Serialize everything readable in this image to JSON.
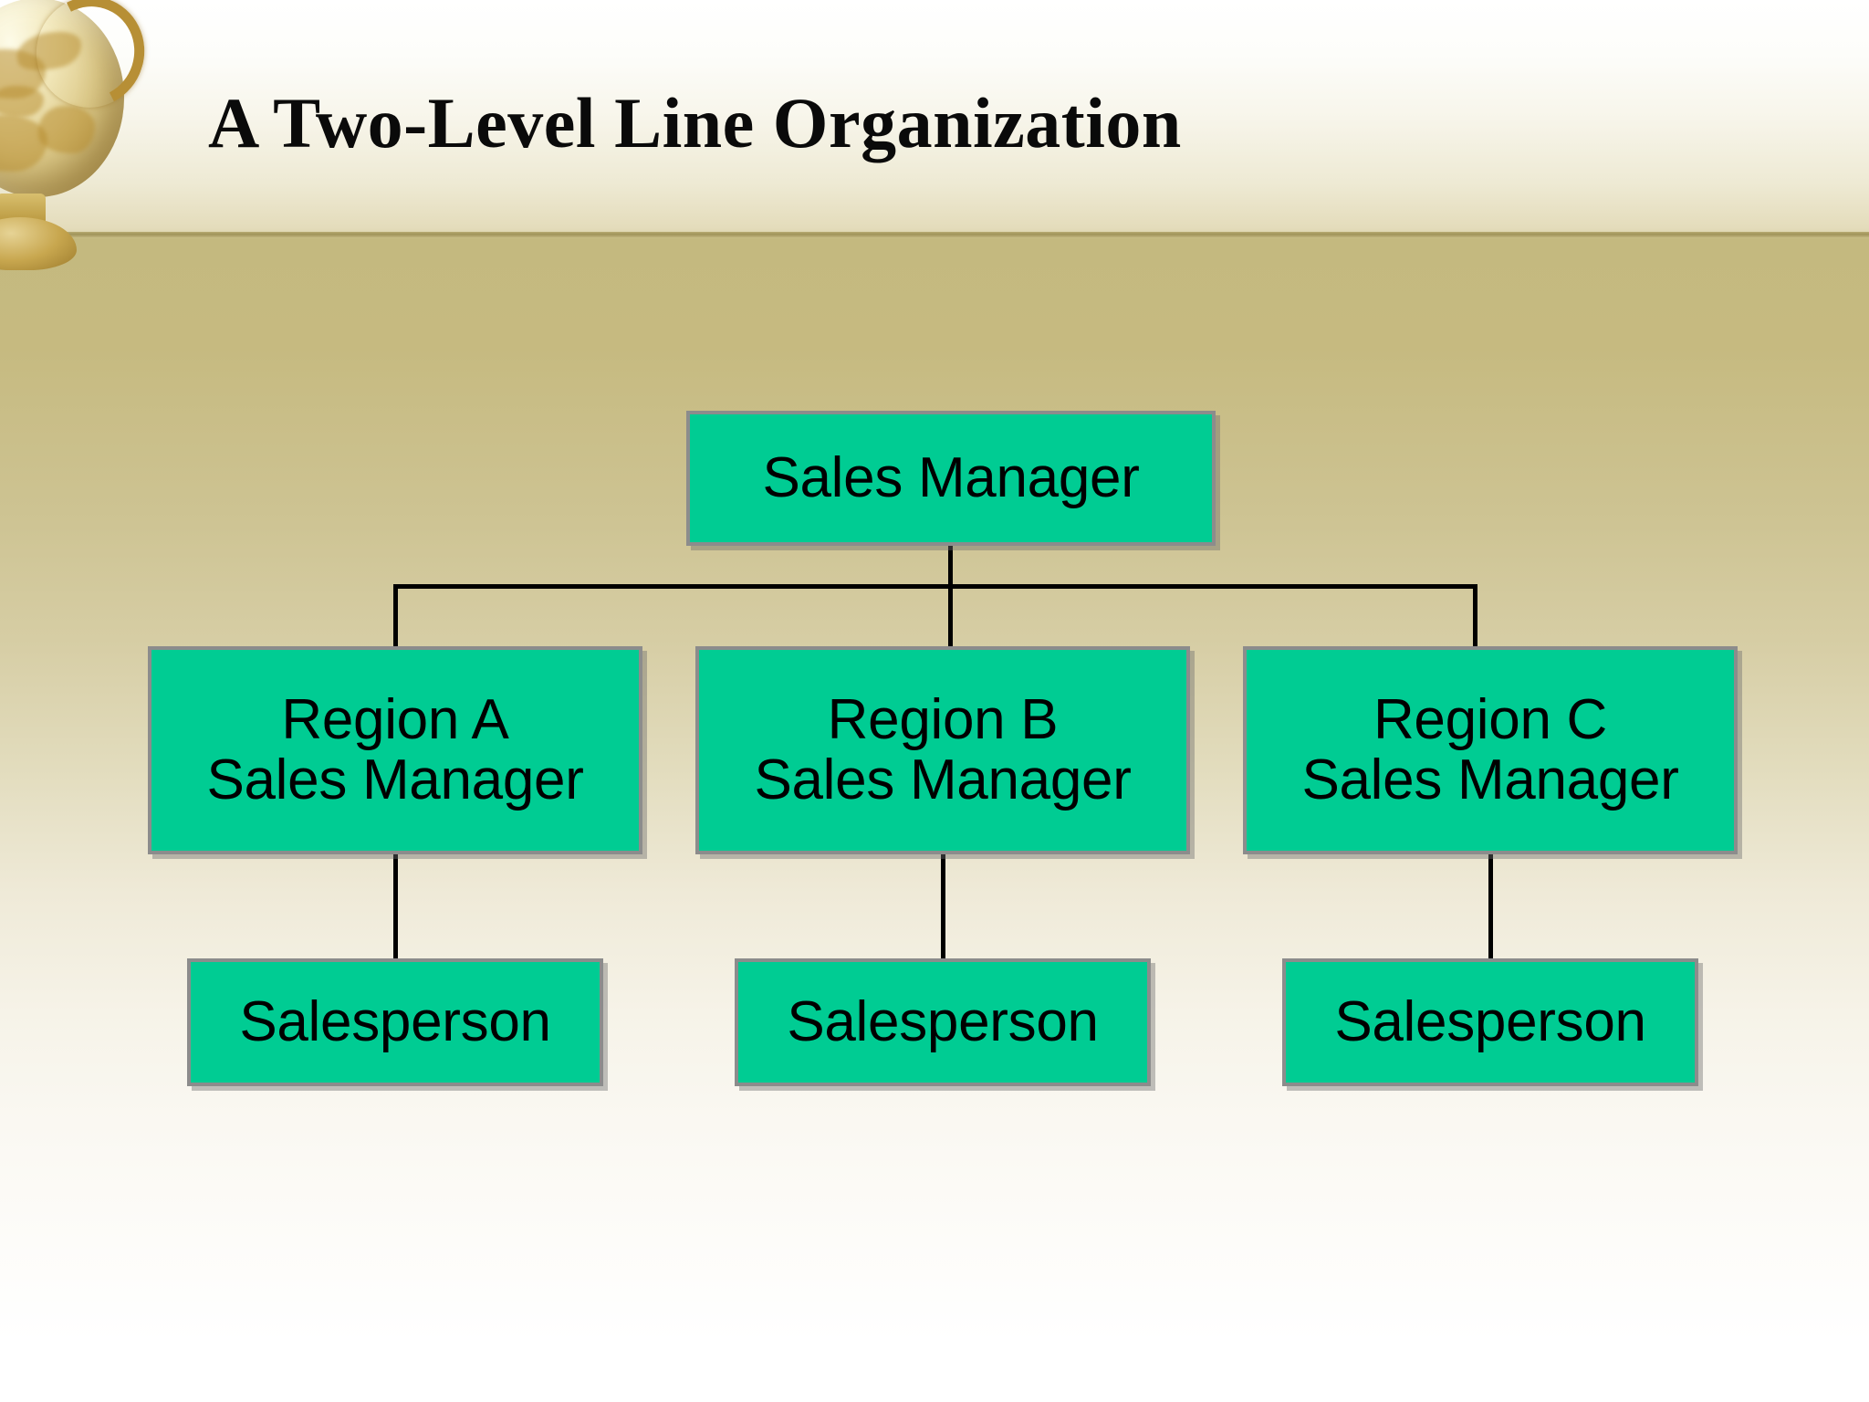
{
  "slide": {
    "title": "A Two-Level Line Organization",
    "background_top_color": "#ffffff",
    "background_band_color": "#c4b97f",
    "rule_color": "#9d9157"
  },
  "decoration": {
    "globe_icon": "globe-on-stand-icon"
  },
  "chart_data": {
    "type": "diagram",
    "subtype": "organization-chart",
    "title": "A Two-Level Line Organization",
    "node_fill_color": "#00cc93",
    "node_border_color": "#8c8c8c",
    "connector_color": "#000000",
    "levels": 3,
    "nodes": [
      {
        "id": "root",
        "label": "Sales Manager",
        "level": 0,
        "parent": null
      },
      {
        "id": "region-a",
        "label": "Region A\nSales Manager",
        "level": 1,
        "parent": "root"
      },
      {
        "id": "region-b",
        "label": "Region B\nSales Manager",
        "level": 1,
        "parent": "root"
      },
      {
        "id": "region-c",
        "label": "Region C\nSales Manager",
        "level": 1,
        "parent": "root"
      },
      {
        "id": "salesperson-a",
        "label": "Salesperson",
        "level": 2,
        "parent": "region-a"
      },
      {
        "id": "salesperson-b",
        "label": "Salesperson",
        "level": 2,
        "parent": "region-b"
      },
      {
        "id": "salesperson-c",
        "label": "Salesperson",
        "level": 2,
        "parent": "region-c"
      }
    ],
    "edges": [
      {
        "from": "root",
        "to": "region-a"
      },
      {
        "from": "root",
        "to": "region-b"
      },
      {
        "from": "root",
        "to": "region-c"
      },
      {
        "from": "region-a",
        "to": "salesperson-a"
      },
      {
        "from": "region-b",
        "to": "salesperson-b"
      },
      {
        "from": "region-c",
        "to": "salesperson-c"
      }
    ]
  }
}
